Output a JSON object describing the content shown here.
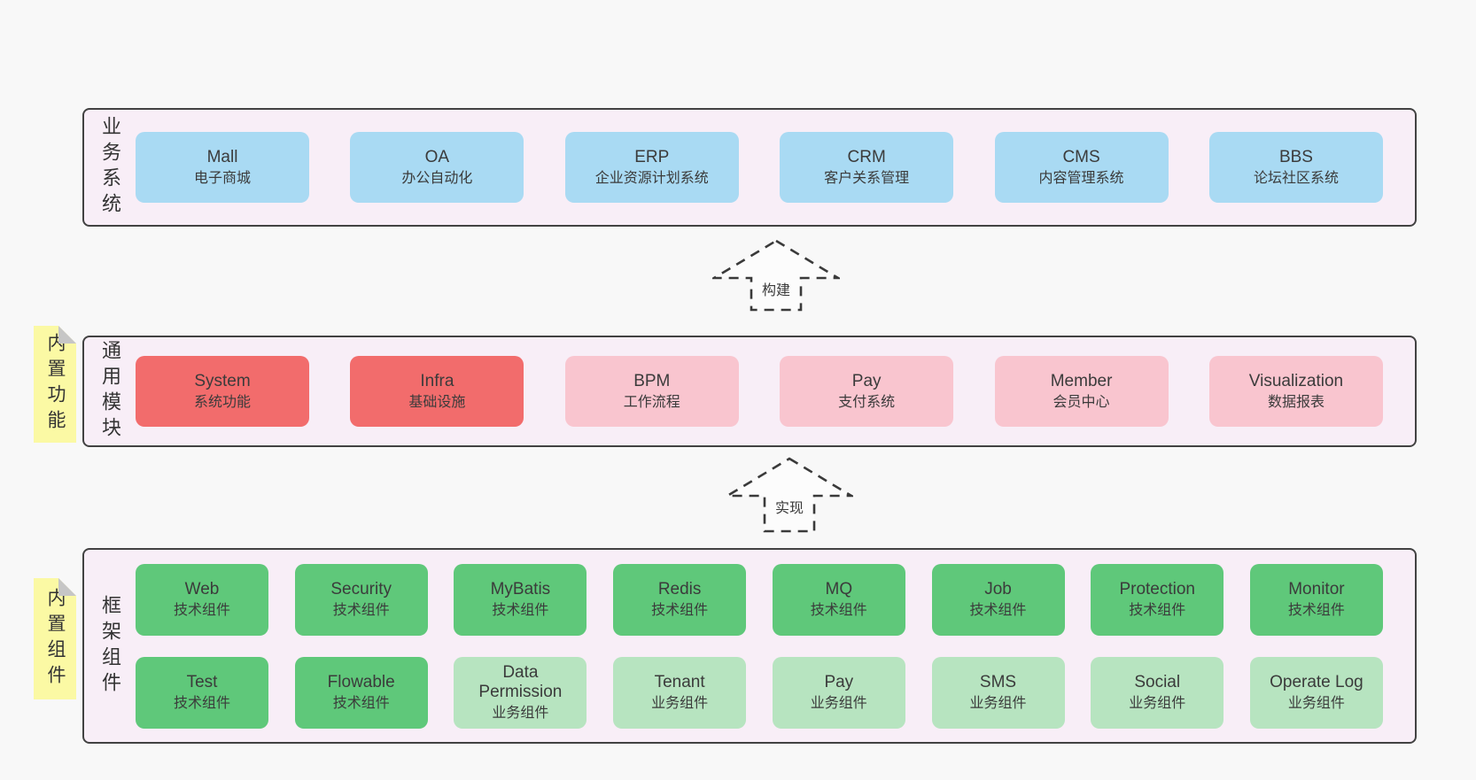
{
  "colors": {
    "page_bg": "#f8f8f8",
    "section_bg": "#f8eef7",
    "section_border": "#424242",
    "business_box": "#a9daf3",
    "core_module_box": "#f26c6c",
    "optional_module_box": "#f9c5cf",
    "tech_component_box": "#5fc87a",
    "biz_component_box": "#b7e4c0",
    "sticky_note": "#fbf9a4",
    "sticky_fold": "#c6c6c6",
    "text": "#3a3a3a"
  },
  "sections": [
    {
      "label": "业务系统",
      "rows": [
        [
          {
            "name": "Mall",
            "desc": "电子商城",
            "variant": "blue"
          },
          {
            "name": "OA",
            "desc": "办公自动化",
            "variant": "blue"
          },
          {
            "name": "ERP",
            "desc": "企业资源计划系统",
            "variant": "blue"
          },
          {
            "name": "CRM",
            "desc": "客户关系管理",
            "variant": "blue"
          },
          {
            "name": "CMS",
            "desc": "内容管理系统",
            "variant": "blue"
          },
          {
            "name": "BBS",
            "desc": "论坛社区系统",
            "variant": "blue"
          }
        ]
      ]
    },
    {
      "label": "通用模块",
      "sticky": "内置功能",
      "rows": [
        [
          {
            "name": "System",
            "desc": "系统功能",
            "variant": "red"
          },
          {
            "name": "Infra",
            "desc": "基础设施",
            "variant": "red"
          },
          {
            "name": "BPM",
            "desc": "工作流程",
            "variant": "pink"
          },
          {
            "name": "Pay",
            "desc": "支付系统",
            "variant": "pink"
          },
          {
            "name": "Member",
            "desc": "会员中心",
            "variant": "pink"
          },
          {
            "name": "Visualization",
            "desc": "数据报表",
            "variant": "pink"
          }
        ]
      ]
    },
    {
      "label": "框架组件",
      "sticky": "内置组件",
      "rows": [
        [
          {
            "name": "Web",
            "desc": "技术组件",
            "variant": "green"
          },
          {
            "name": "Security",
            "desc": "技术组件",
            "variant": "green"
          },
          {
            "name": "MyBatis",
            "desc": "技术组件",
            "variant": "green"
          },
          {
            "name": "Redis",
            "desc": "技术组件",
            "variant": "green"
          },
          {
            "name": "MQ",
            "desc": "技术组件",
            "variant": "green"
          },
          {
            "name": "Job",
            "desc": "技术组件",
            "variant": "green"
          },
          {
            "name": "Protection",
            "desc": "技术组件",
            "variant": "green"
          },
          {
            "name": "Monitor",
            "desc": "技术组件",
            "variant": "green"
          }
        ],
        [
          {
            "name": "Test",
            "desc": "技术组件",
            "variant": "green"
          },
          {
            "name": "Flowable",
            "desc": "技术组件",
            "variant": "green"
          },
          {
            "name": "Data Permission",
            "desc": "业务组件",
            "variant": "lightgreen"
          },
          {
            "name": "Tenant",
            "desc": "业务组件",
            "variant": "lightgreen"
          },
          {
            "name": "Pay",
            "desc": "业务组件",
            "variant": "lightgreen"
          },
          {
            "name": "SMS",
            "desc": "业务组件",
            "variant": "lightgreen"
          },
          {
            "name": "Social",
            "desc": "业务组件",
            "variant": "lightgreen"
          },
          {
            "name": "Operate Log",
            "desc": "业务组件",
            "variant": "lightgreen"
          }
        ]
      ]
    }
  ],
  "arrows": [
    {
      "label": "构建"
    },
    {
      "label": "实现"
    }
  ]
}
